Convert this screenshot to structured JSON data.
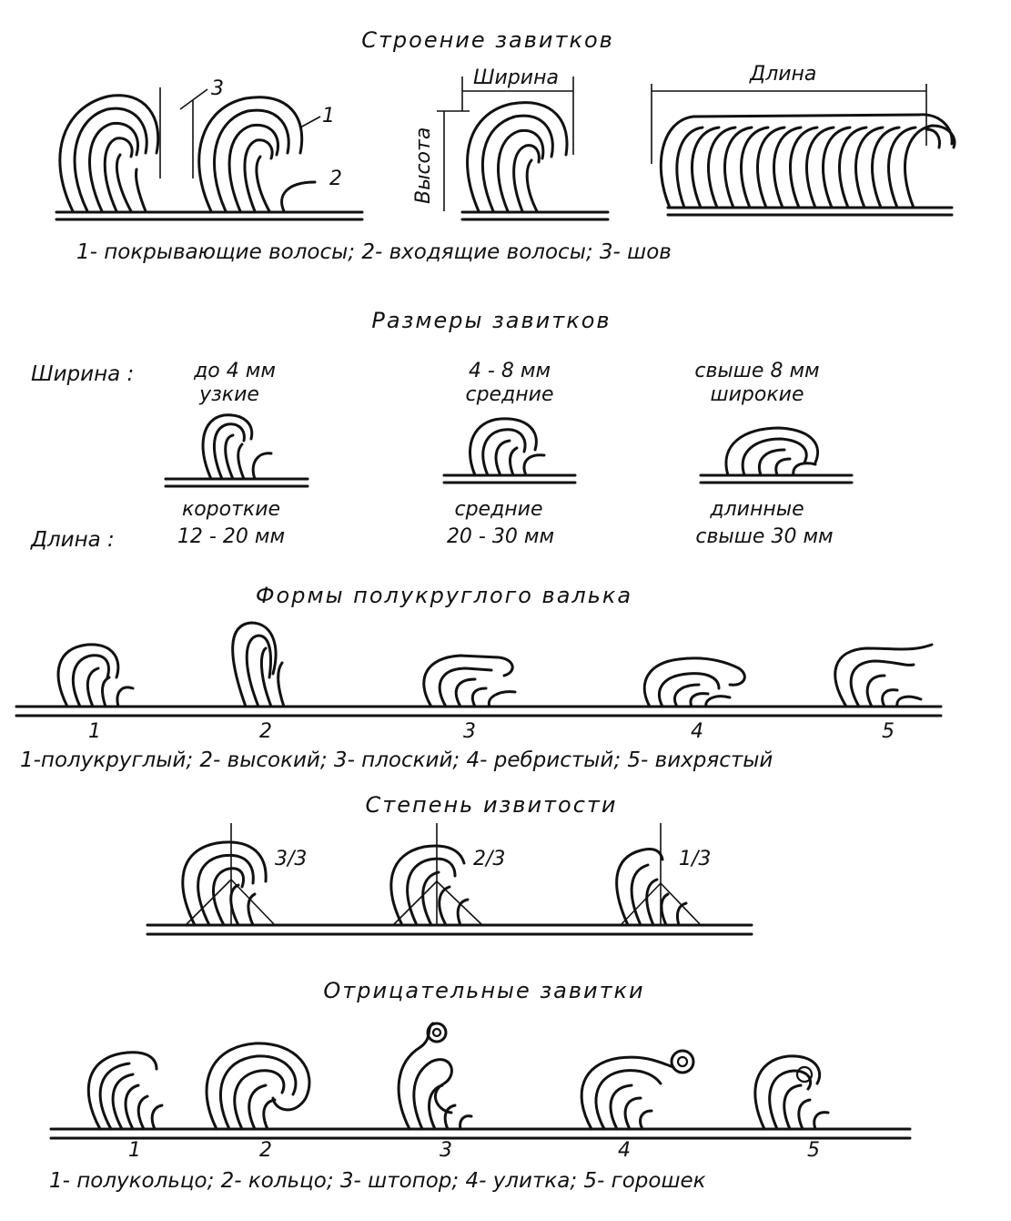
{
  "sections": {
    "structure": {
      "title": "Строение завитков",
      "marks": [
        "1",
        "2",
        "3"
      ],
      "width_label": "Ширина",
      "height_label": "Высота",
      "length_label": "Длина",
      "legend": "1- покрывающие волосы; 2- входящие волосы; 3- шов"
    },
    "sizes": {
      "title": "Размеры завитков",
      "width_label": "Ширина :",
      "length_label": "Длина :",
      "columns": [
        {
          "width_range": "до 4 мм",
          "width_name": "узкие",
          "length_name": "короткие",
          "length_range": "12 - 20 мм"
        },
        {
          "width_range": "4 - 8 мм",
          "width_name": "средние",
          "length_name": "средние",
          "length_range": "20 - 30 мм"
        },
        {
          "width_range": "свыше 8 мм",
          "width_name": "широкие",
          "length_name": "длинные",
          "length_range": "свыше 30 мм"
        }
      ]
    },
    "forms": {
      "title": "Формы полукруглого валька",
      "numbers": [
        "1",
        "2",
        "3",
        "4",
        "5"
      ],
      "legend": "1-полукруглый; 2- высокий; 3- плоский; 4- ребристый; 5- вихрястый"
    },
    "curl_degree": {
      "title": "Степень извитости",
      "fractions": [
        "3/3",
        "2/3",
        "1/3"
      ]
    },
    "negative": {
      "title": "Отрицательные завитки",
      "numbers": [
        "1",
        "2",
        "3",
        "4",
        "5"
      ],
      "legend": "1- полукольцо; 2- кольцо; 3- штопор; 4- улитка; 5- горошек"
    }
  }
}
